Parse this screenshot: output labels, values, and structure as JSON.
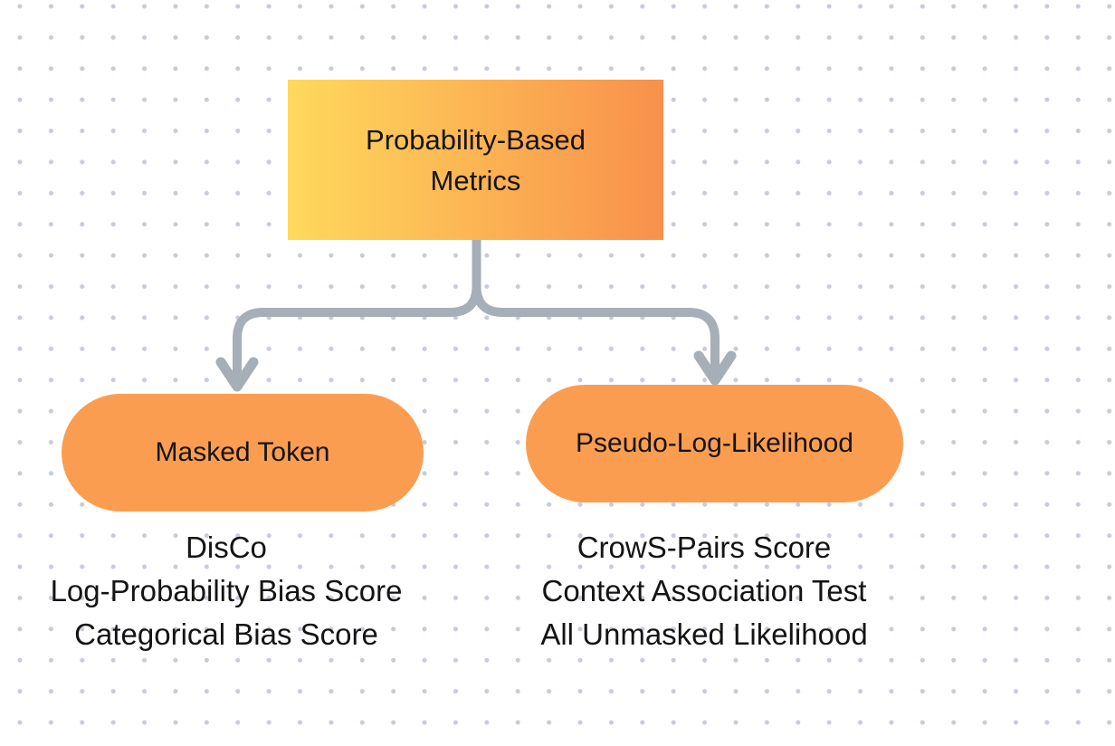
{
  "root_node": {
    "label": "Probability-Based Metrics"
  },
  "branches": [
    {
      "label": "Masked Token",
      "items": [
        "DisCo",
        "Log-Probability Bias Score",
        "Categorical Bias Score"
      ]
    },
    {
      "label": "Pseudo-Log-Likelihood",
      "items": [
        "CrowS-Pairs Score",
        "Context Association Test",
        "All Unmasked Likelihood"
      ]
    }
  ],
  "colors": {
    "gradient_start": "#ffd95c",
    "gradient_end": "#f8904b",
    "node_fill": "#fb9d51",
    "connector_stroke": "#a6aeb7",
    "dot_grid": "#c6ccda",
    "text_color": "#141414"
  }
}
